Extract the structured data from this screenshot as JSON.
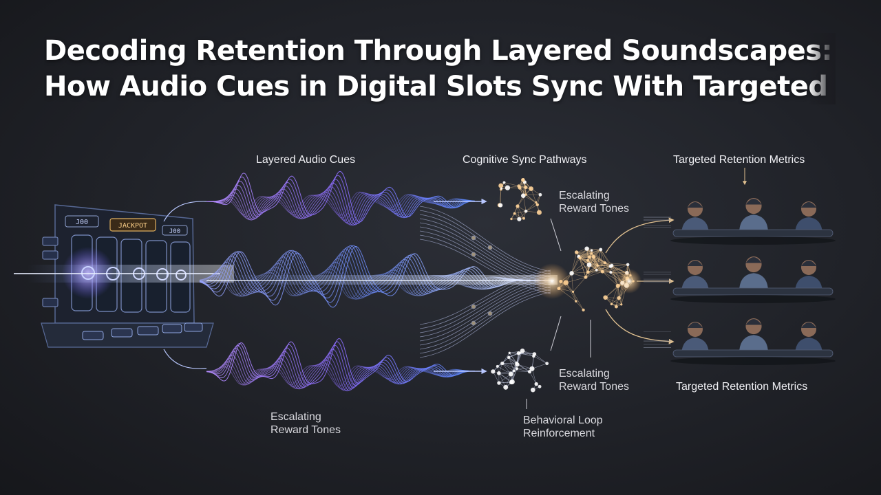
{
  "title": {
    "line1": "Decoding Retention Through Layered Soundscapes:",
    "line2": "How Audio Cues in Digital Slots Sync With Targeted Au"
  },
  "labels": {
    "layered_audio_cues": "Layered Audio Cues",
    "cognitive_sync_pathways": "Cognitive Sync Pathways",
    "targeted_retention_top": "Targeted Retention Metrics",
    "targeted_retention_bottom": "Targeted Retention Metrics",
    "escalating_top": [
      "Escalating",
      "Reward Tones"
    ],
    "escalating_mid": [
      "Escalating",
      "Reward Tones"
    ],
    "escalating_bottom": [
      "Escalating",
      "Reward Tones"
    ],
    "behavioral_loop": [
      "Behavioral Loop",
      "Reinforcement"
    ]
  },
  "slot_machine": {
    "panel_left": "J00",
    "panel_center": "JACKPOT",
    "panel_right": "J00"
  },
  "colors": {
    "wave_purple": "#8b6cff",
    "wave_blue": "#5a8cff",
    "glow_orange": "#ffb15a",
    "person_shirt": "#5a6d8c"
  }
}
